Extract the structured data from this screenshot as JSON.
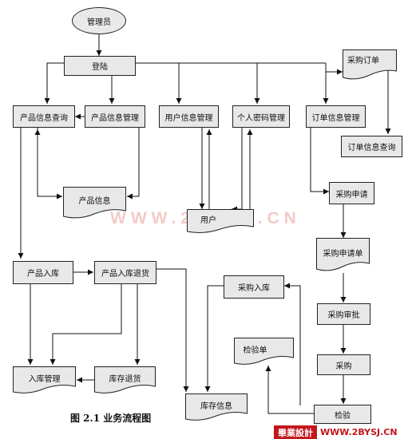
{
  "nodes": {
    "admin": "管理员",
    "login": "登陆",
    "product_query": "产品信息查询",
    "product_manage": "产品信息管理",
    "user_manage": "用户信息管理",
    "password_manage": "个人密码管理",
    "order_manage": "订单信息管理",
    "purchase_order": "采购订单",
    "order_query": "订单信息查询",
    "product_info": "产品信息",
    "user_doc": "用户",
    "purchase_apply": "采购申请",
    "purchase_apply_form": "采购申请单",
    "product_in": "产品入库",
    "product_return": "产品入库退货",
    "purchase_in": "采购入库",
    "purchase_approve": "采购审批",
    "purchase": "采购",
    "check_form": "检验单",
    "inbound_manage": "入库管理",
    "stock_return": "库存退货",
    "stock_info": "库存信息",
    "inspect": "检验"
  },
  "caption": "图 2.1 业务流程图",
  "watermark": "WWW.2BYSJ.CN",
  "badge": {
    "left": "畢業設計",
    "right": "WWW.2BYSJ.CN"
  },
  "colors": {
    "node_fill": "#e8e8e8",
    "line": "#111111",
    "brand": "#c2161d"
  }
}
